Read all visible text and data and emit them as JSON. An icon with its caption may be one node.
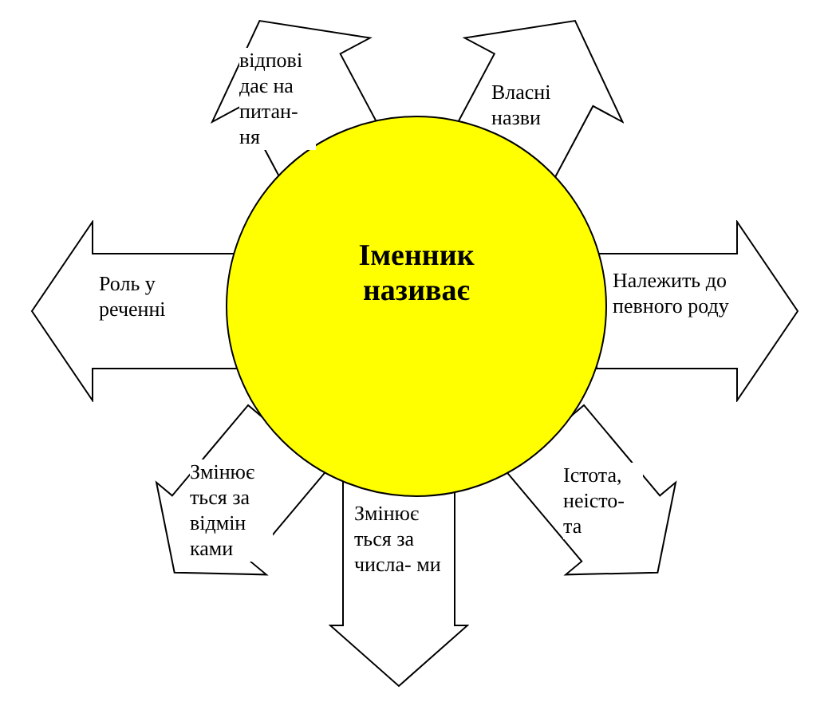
{
  "diagram": {
    "nodes": [
      {
        "text": [
          "Іменник називає"
        ]
      },
      {
        "text": [
          "відпові дає на питан- ня"
        ]
      },
      {
        "text": [
          "Власні назви"
        ]
      },
      {
        "text": [
          "Роль у реченні"
        ]
      },
      {
        "text": [
          "Належить до певного роду"
        ]
      },
      {
        "text": [
          "Змінює ться за відмін ками"
        ]
      },
      {
        "text": [
          "Змінює ться за числа- ми"
        ]
      },
      {
        "text": [
          "Істота, неісто- та"
        ]
      }
    ]
  }
}
